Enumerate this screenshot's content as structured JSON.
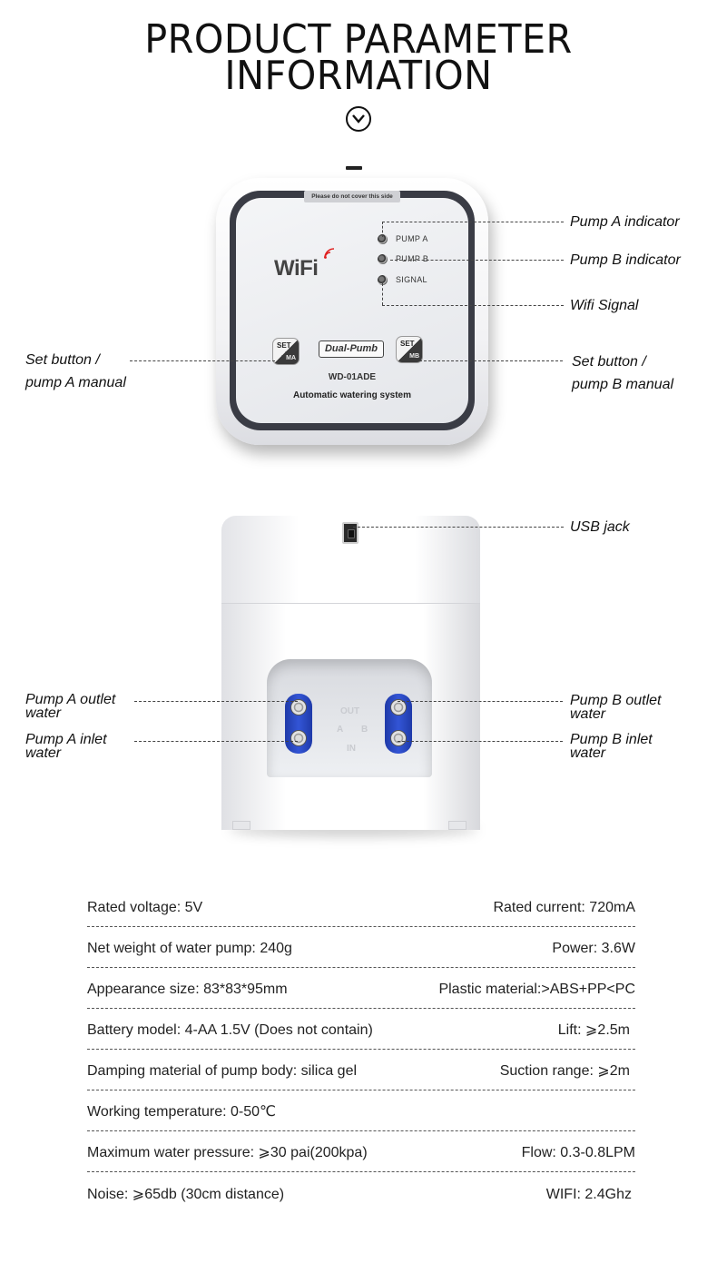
{
  "header": {
    "title_line1": "PRODUCT PARAMETER",
    "title_line2": "INFORMATION",
    "chevron_icon": "chevron-down-circle-icon"
  },
  "front_panel": {
    "notice": "Please do not cover this side",
    "wifi_logo": "WiFi",
    "indicators": [
      "PUMP A",
      "PUMP B",
      "SIGNAL"
    ],
    "button_left": {
      "set": "SET",
      "manual": "MA"
    },
    "button_right": {
      "set": "SET",
      "manual": "MB"
    },
    "brand": "Dual-Pumb",
    "model": "WD-01ADE",
    "system": "Automatic watering system"
  },
  "callouts": {
    "pump_a_indicator": "Pump A indicator",
    "pump_b_indicator": "Pump B indicator",
    "wifi_signal": "Wifi Signal",
    "set_a_line1": "Set button /",
    "set_a_line2": "pump A manual",
    "set_b_line1": "Set button /",
    "set_b_line2": "pump B manual",
    "usb_jack": "USB jack",
    "pump_a_outlet_line1": "Pump A outlet",
    "pump_a_outlet_line2": "water",
    "pump_a_inlet_line1": "Pump A inlet",
    "pump_a_inlet_line2": "water",
    "pump_b_outlet_line1": "Pump B outlet",
    "pump_b_outlet_line2": "water",
    "pump_b_inlet_line1": "Pump B inlet",
    "pump_b_inlet_line2": "water"
  },
  "back_panel": {
    "emboss_out": "OUT",
    "emboss_a": "A",
    "emboss_b": "B",
    "emboss_in": "IN"
  },
  "specs": [
    {
      "left": "Rated voltage: 5V",
      "right": "Rated current: 720mA"
    },
    {
      "left": "Net weight of water pump: 240g",
      "right": "Power: 3.6W"
    },
    {
      "left": "Appearance size: 83*83*95mm",
      "right": "Plastic material:>ABS+PP<PC"
    },
    {
      "left": "Battery model: 4-AA 1.5V (Does not contain)",
      "right": "Lift: ⩾2.5m"
    },
    {
      "left": "Damping material of pump body: silica gel",
      "right": "Suction range: ⩾2m"
    },
    {
      "left": "Working temperature: 0-50℃",
      "right": ""
    },
    {
      "left": "Maximum water pressure: ⩾30 pai(200kpa)",
      "right": "Flow: 0.3-0.8LPM"
    },
    {
      "left": "Noise: ⩾65db (30cm distance)",
      "right": "WIFI: 2.4Ghz"
    }
  ]
}
